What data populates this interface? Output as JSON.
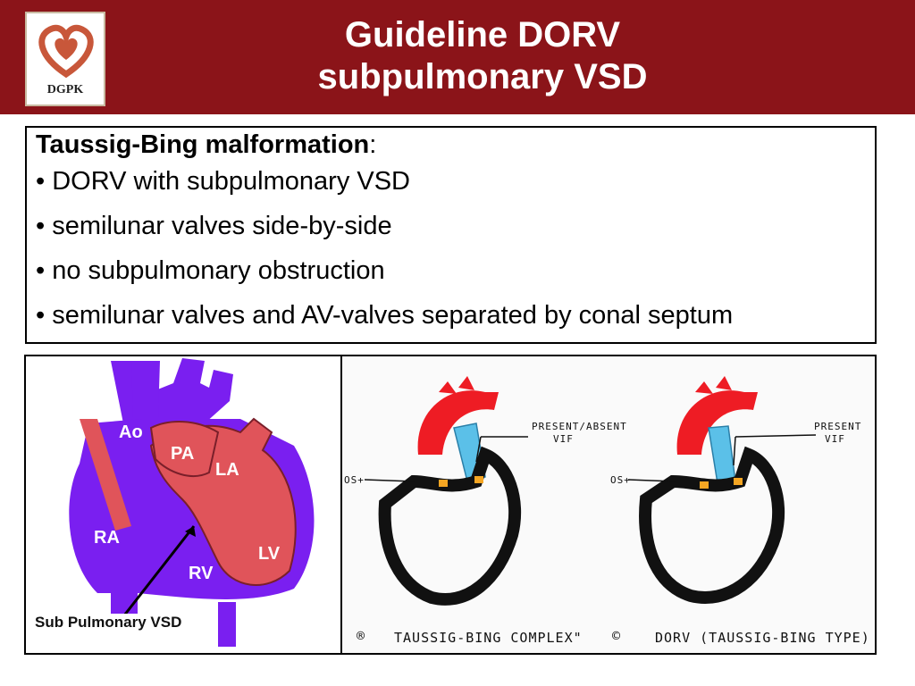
{
  "header": {
    "title_line1": "Guideline DORV",
    "title_line2": "subpulmonary VSD",
    "logo_text": "DGPK",
    "background": "#8b1419"
  },
  "content": {
    "heading": "Taussig-Bing malformation",
    "heading_suffix": ":",
    "bullets": [
      "• DORV with subpulmonary VSD",
      "• semilunar valves side-by-side",
      "• no subpulmonary obstruction",
      "• semilunar valves and AV-valves separated by conal septum"
    ]
  },
  "figure_left": {
    "labels": {
      "ao": "Ao",
      "pa": "PA",
      "la": "LA",
      "ra": "RA",
      "rv": "RV",
      "lv": "LV"
    },
    "vsd_label": "Sub Pulmonary VSD",
    "colors": {
      "purple": "#7a1ff0",
      "red": "#e0545a",
      "arrow": "#000000"
    }
  },
  "figure_right": {
    "sketch1": {
      "annotation_line1": "PRESENT/ABSENT",
      "annotation_line2": "VIF",
      "os_label": "OS+",
      "caption": "TAUSSIG-BING COMPLEX\"",
      "caption_marker": "®"
    },
    "sketch2": {
      "annotation_line1": "PRESENT",
      "annotation_line2": "VIF",
      "os_label": "OS+",
      "caption": "DORV (TAUSSIG-BING TYPE)",
      "caption_marker": "©"
    },
    "colors": {
      "aorta": "#ee1c24",
      "pulmonary": "#5bc0e8",
      "heart": "#111111",
      "valve": "#f5a623"
    }
  }
}
